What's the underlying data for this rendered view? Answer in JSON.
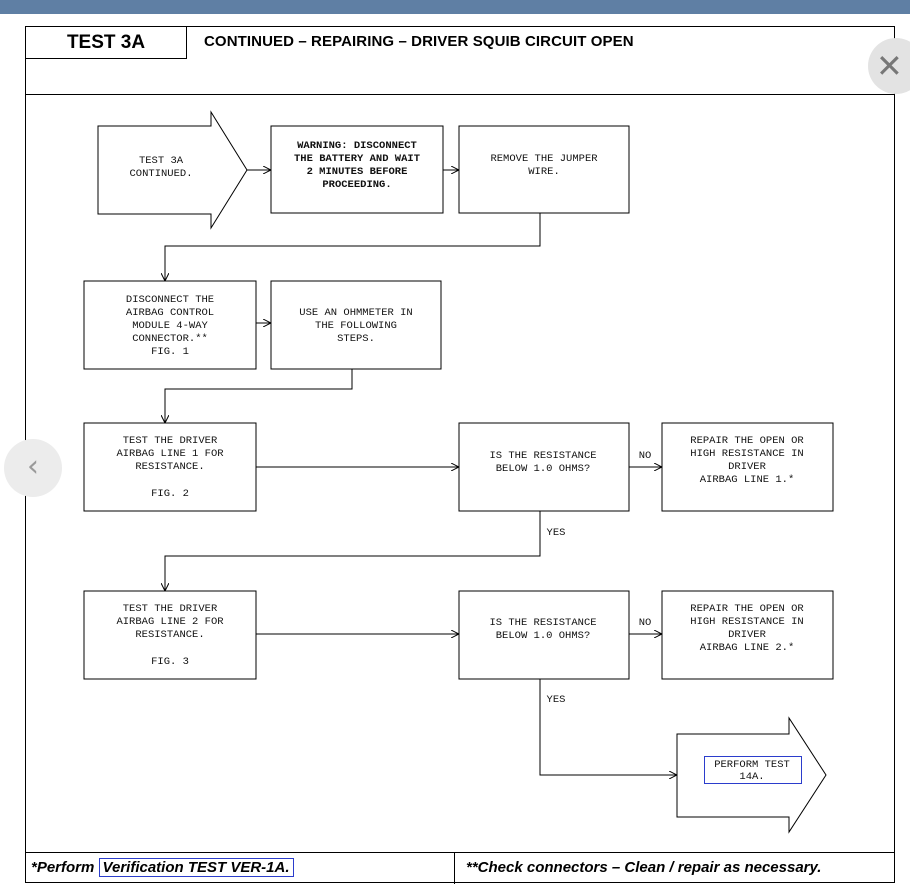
{
  "header": {
    "test_label": "TEST 3A",
    "title": "CONTINUED – REPAIRING – DRIVER SQUIB CIRCUIT OPEN"
  },
  "flow": {
    "start": [
      "TEST 3A",
      "CONTINUED."
    ],
    "warning": [
      "WARNING: DISCONNECT",
      "THE BATTERY AND WAIT",
      "2 MINUTES BEFORE",
      "PROCEEDING."
    ],
    "remove_jumper": [
      "REMOVE THE JUMPER",
      "WIRE."
    ],
    "disconnect_acm": [
      "DISCONNECT THE",
      "AIRBAG CONTROL",
      "MODULE 4-WAY",
      "CONNECTOR.**",
      "FIG. 1"
    ],
    "use_ohmmeter": [
      "USE AN OHMMETER IN",
      "THE FOLLOWING",
      "STEPS."
    ],
    "test_line1": [
      "TEST THE DRIVER",
      "AIRBAG LINE 1 FOR",
      "RESISTANCE.",
      "FIG. 2"
    ],
    "question1": [
      "IS THE RESISTANCE",
      "BELOW 1.0 OHMS?"
    ],
    "repair_line1": [
      "REPAIR THE OPEN OR",
      "HIGH RESISTANCE IN",
      "DRIVER",
      "AIRBAG LINE 1.*"
    ],
    "test_line2": [
      "TEST THE DRIVER",
      "AIRBAG LINE 2 FOR",
      "RESISTANCE.",
      "FIG. 3"
    ],
    "question2": [
      "IS THE RESISTANCE",
      "BELOW 1.0 OHMS?"
    ],
    "repair_line2": [
      "REPAIR THE OPEN OR",
      "HIGH RESISTANCE IN",
      "DRIVER",
      "AIRBAG LINE 2.*"
    ],
    "perform_test": [
      "PERFORM TEST",
      "14A."
    ],
    "no_label": "NO",
    "yes_label": "YES"
  },
  "footer": {
    "left_prefix": "*Perform ",
    "left_link": "Verification TEST VER-1A.",
    "right": "**Check connectors – Clean / repair as necessary."
  },
  "controls": {
    "close_icon": "close-icon",
    "prev_icon": "chevron-left-icon"
  }
}
